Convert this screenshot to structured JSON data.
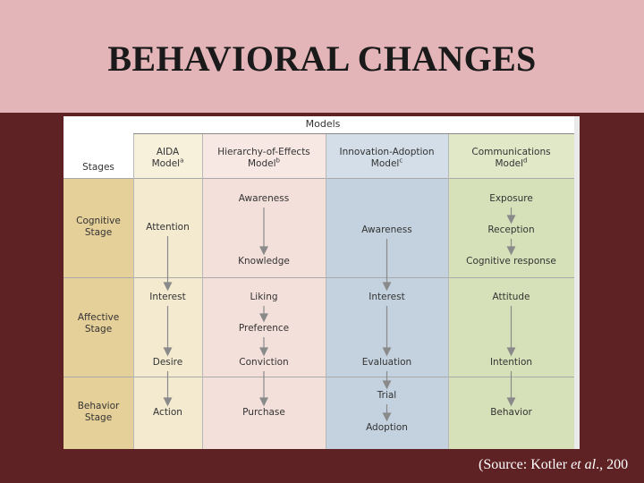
{
  "slide": {
    "title": "BEHAVIORAL CHANGES",
    "source": {
      "prefix": "(Source: Kotler ",
      "italic": "et al",
      "suffix": "., 200"
    }
  },
  "table": {
    "models_header": "Models",
    "stages_header": "Stages",
    "columns": [
      {
        "line1": "AIDA",
        "line2": "Model",
        "sup": "a"
      },
      {
        "line1": "Hierarchy-of-Effects",
        "line2": "Model",
        "sup": "b"
      },
      {
        "line1": "Innovation-Adoption",
        "line2": "Model",
        "sup": "c"
      },
      {
        "line1": "Communications",
        "line2": "Model",
        "sup": "d"
      }
    ],
    "stages": [
      {
        "line1": "Cognitive",
        "line2": "Stage"
      },
      {
        "line1": "Affective",
        "line2": "Stage"
      },
      {
        "line1": "Behavior",
        "line2": "Stage"
      }
    ],
    "aida": [
      "Attention",
      "Interest",
      "Desire",
      "Action"
    ],
    "hierarchy": [
      "Awareness",
      "Knowledge",
      "Liking",
      "Preference",
      "Conviction",
      "Purchase"
    ],
    "innovation": [
      "Awareness",
      "Interest",
      "Evaluation",
      "Trial",
      "Adoption"
    ],
    "communications": [
      "Exposure",
      "Reception",
      "Cognitive response",
      "Attitude",
      "Intention",
      "Behavior"
    ]
  },
  "colors": {
    "slide_bg": "#5e2224",
    "header_bg": "#e4b5b8",
    "stages_col": "#e6d09a",
    "aida_col": "#f3ead0",
    "hierarchy_col": "#f4e0da",
    "innovation_col": "#c4d2df",
    "communications_col": "#d7e1b9",
    "arrow": "#8a8a8a"
  }
}
